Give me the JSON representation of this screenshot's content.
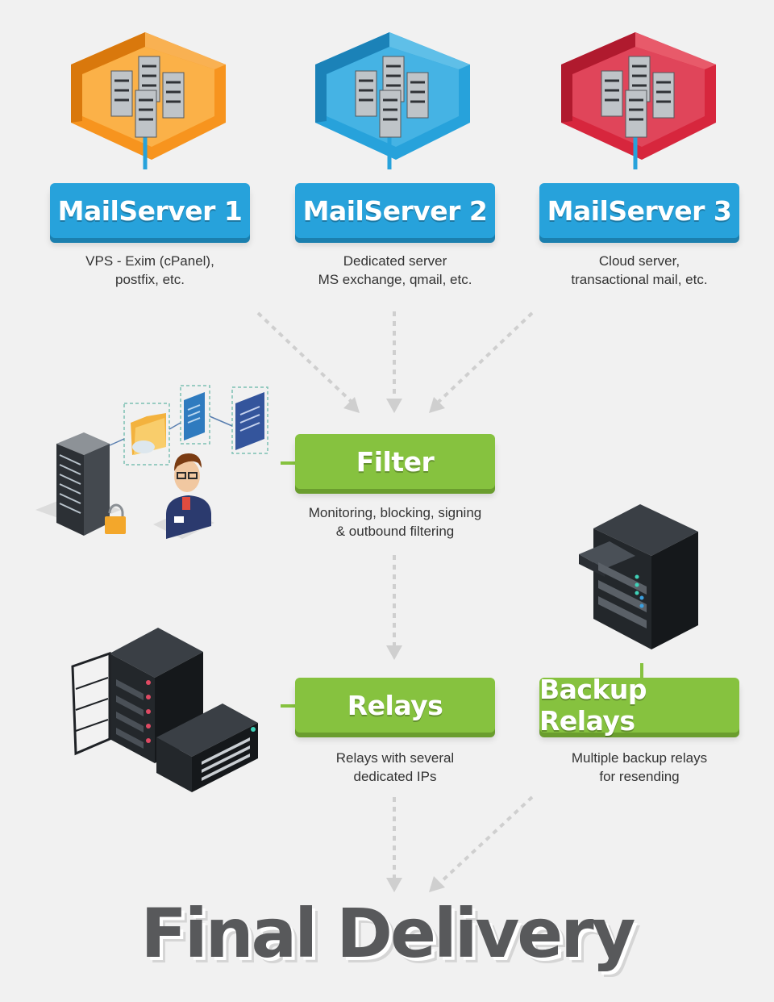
{
  "nodes": {
    "mailserver1": {
      "label": "MailServer 1",
      "desc": [
        "VPS - Exim (cPanel),",
        "postfix, etc."
      ]
    },
    "mailserver2": {
      "label": "MailServer 2",
      "desc": [
        "Dedicated server",
        "MS exchange, qmail, etc."
      ]
    },
    "mailserver3": {
      "label": "MailServer 3",
      "desc": [
        "Cloud server,",
        "transactional mail, etc."
      ]
    },
    "filter": {
      "label": "Filter",
      "desc": [
        "Monitoring, blocking, signing",
        "& outbound filtering"
      ]
    },
    "relays": {
      "label": "Relays",
      "desc": [
        "Relays with several",
        "dedicated IPs"
      ]
    },
    "backup_relays": {
      "label": "Backup Relays",
      "desc": [
        "Multiple backup relays",
        "for resending"
      ]
    }
  },
  "final": {
    "label": "Final Delivery"
  },
  "colors": {
    "blue": "#27a2db",
    "green": "#86c23f",
    "orange": "#f7941e",
    "red": "#d7263d",
    "arrow": "#cfcfcf"
  }
}
